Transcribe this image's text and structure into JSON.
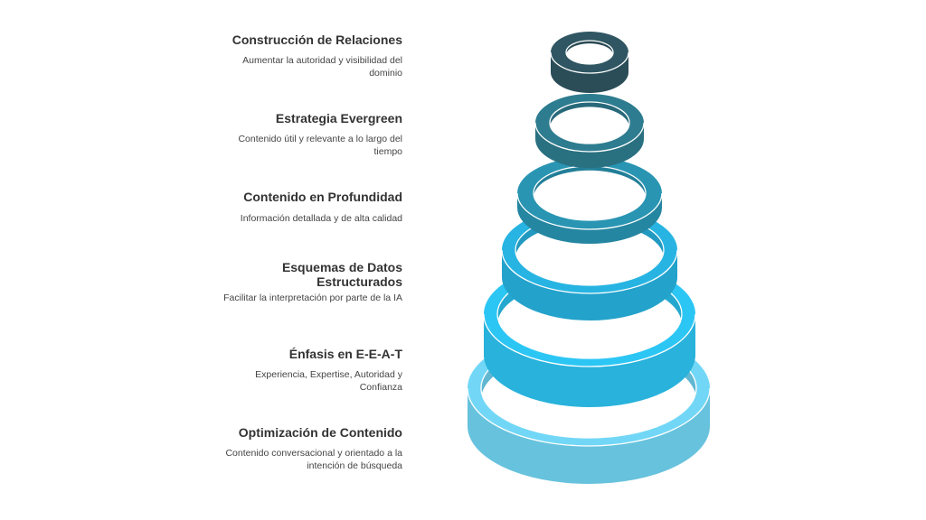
{
  "levels": [
    {
      "title": "Construcción de Relaciones",
      "description": "Aumentar la autoridad y visibilidad del dominio",
      "color": "#2f5662"
    },
    {
      "title": "Estrategia Evergreen",
      "description": "Contenido útil y relevante a lo largo del tiempo",
      "color": "#2e7c8f"
    },
    {
      "title": "Contenido en Profundidad",
      "description": "Información detallada y de alta calidad",
      "color": "#2995b3"
    },
    {
      "title": "Esquemas de Datos Estructurados",
      "description": "Facilitar la interpretación por parte de la IA",
      "color": "#27b4e2"
    },
    {
      "title": "Énfasis en E-E-A-T",
      "description": "Experiencia, Expertise, Autoridad y Confianza",
      "color": "#2cc6f4"
    },
    {
      "title": "Optimización de Contenido",
      "description": "Contenido conversacional y orientado a la intención de búsqueda",
      "color": "#72d7f6"
    }
  ]
}
